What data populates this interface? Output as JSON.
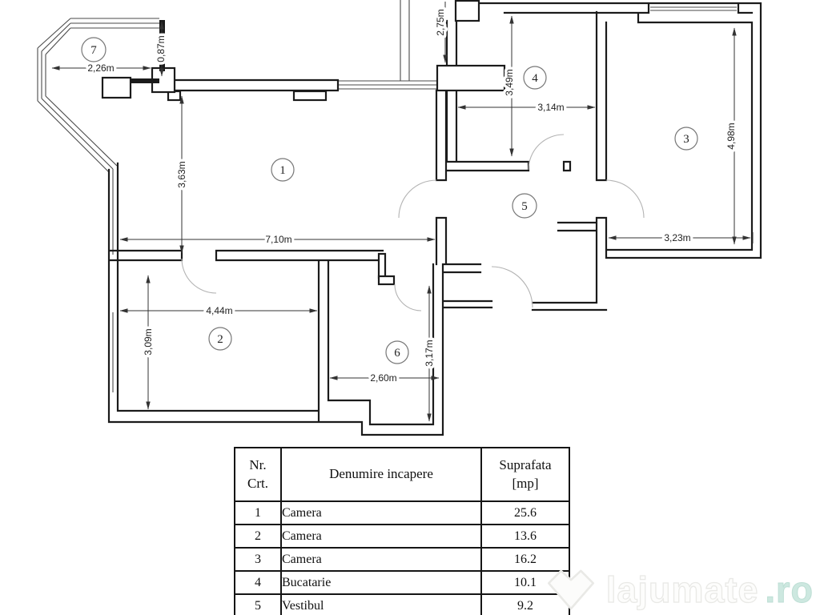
{
  "plan": {
    "rooms": [
      {
        "number": "1"
      },
      {
        "number": "2"
      },
      {
        "number": "3"
      },
      {
        "number": "4"
      },
      {
        "number": "5"
      },
      {
        "number": "6"
      },
      {
        "number": "7"
      }
    ],
    "dims": [
      {
        "text": "2,26m"
      },
      {
        "text": "0,87m"
      },
      {
        "text": "3,63m"
      },
      {
        "text": "7,10m"
      },
      {
        "text": "4,44m"
      },
      {
        "text": "3,09m"
      },
      {
        "text": "2,60m"
      },
      {
        "text": "3,17m"
      },
      {
        "text": "2,75m"
      },
      {
        "text": "3,49m"
      },
      {
        "text": "3,14m"
      },
      {
        "text": "4,98m"
      },
      {
        "text": "3,23m"
      }
    ]
  },
  "table": {
    "headers": {
      "nr": "Nr.\nCrt.",
      "name": "Denumire incapere",
      "area": "Suprafata\n[mp]"
    },
    "rows": [
      {
        "nr": "1",
        "name": "Camera",
        "area": "25.6"
      },
      {
        "nr": "2",
        "name": "Camera",
        "area": "13.6"
      },
      {
        "nr": "3",
        "name": "Camera",
        "area": "16.2"
      },
      {
        "nr": "4",
        "name": "Bucatarie",
        "area": "10.1"
      },
      {
        "nr": "5",
        "name": "Vestibul",
        "area": "9.2"
      }
    ]
  },
  "watermark": {
    "brand": "lajumate",
    "tld": ".ro"
  }
}
